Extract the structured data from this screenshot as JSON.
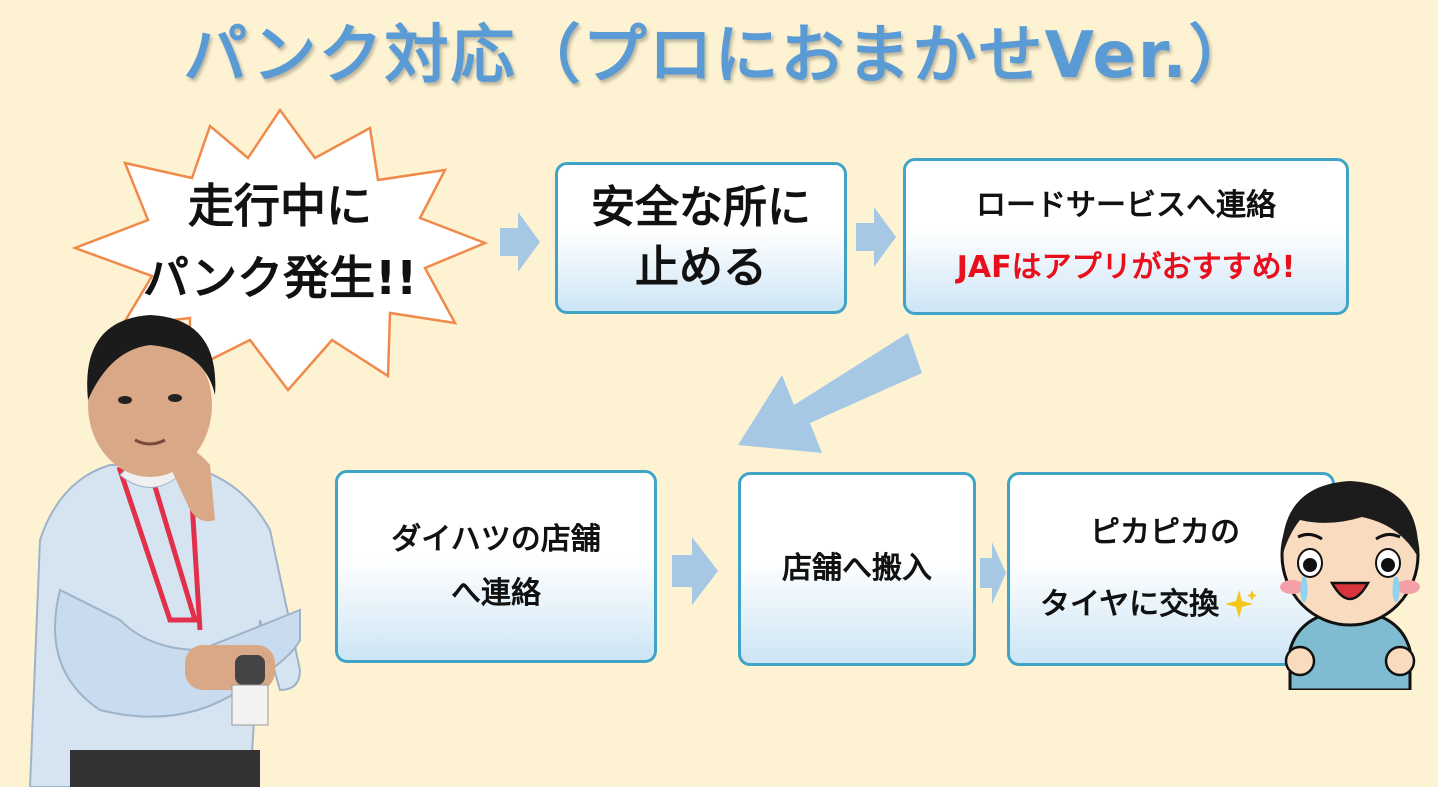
{
  "title": "パンク対応（プロにおまかせVer.）",
  "burst": {
    "line1": "走行中に",
    "line2": "パンク発生!!"
  },
  "steps": [
    {
      "lines": [
        "安全な所に",
        "止める"
      ]
    },
    {
      "lines": [
        "ロードサービスへ連絡"
      ],
      "highlight": "JAFはアプリがおすすめ!"
    },
    {
      "lines": [
        "ダイハツの店舗",
        "へ連絡"
      ]
    },
    {
      "lines": [
        "店舗へ搬入"
      ]
    },
    {
      "lines": [
        "ピカピカの",
        "タイヤに交換"
      ]
    }
  ],
  "colors": {
    "background": "#fdf3d3",
    "title": "#5b9bd5",
    "box_border": "#41a4c6",
    "arrow": "#a6c8e4",
    "highlight": "#e8101c",
    "burst_outline": "#f08a4b"
  }
}
